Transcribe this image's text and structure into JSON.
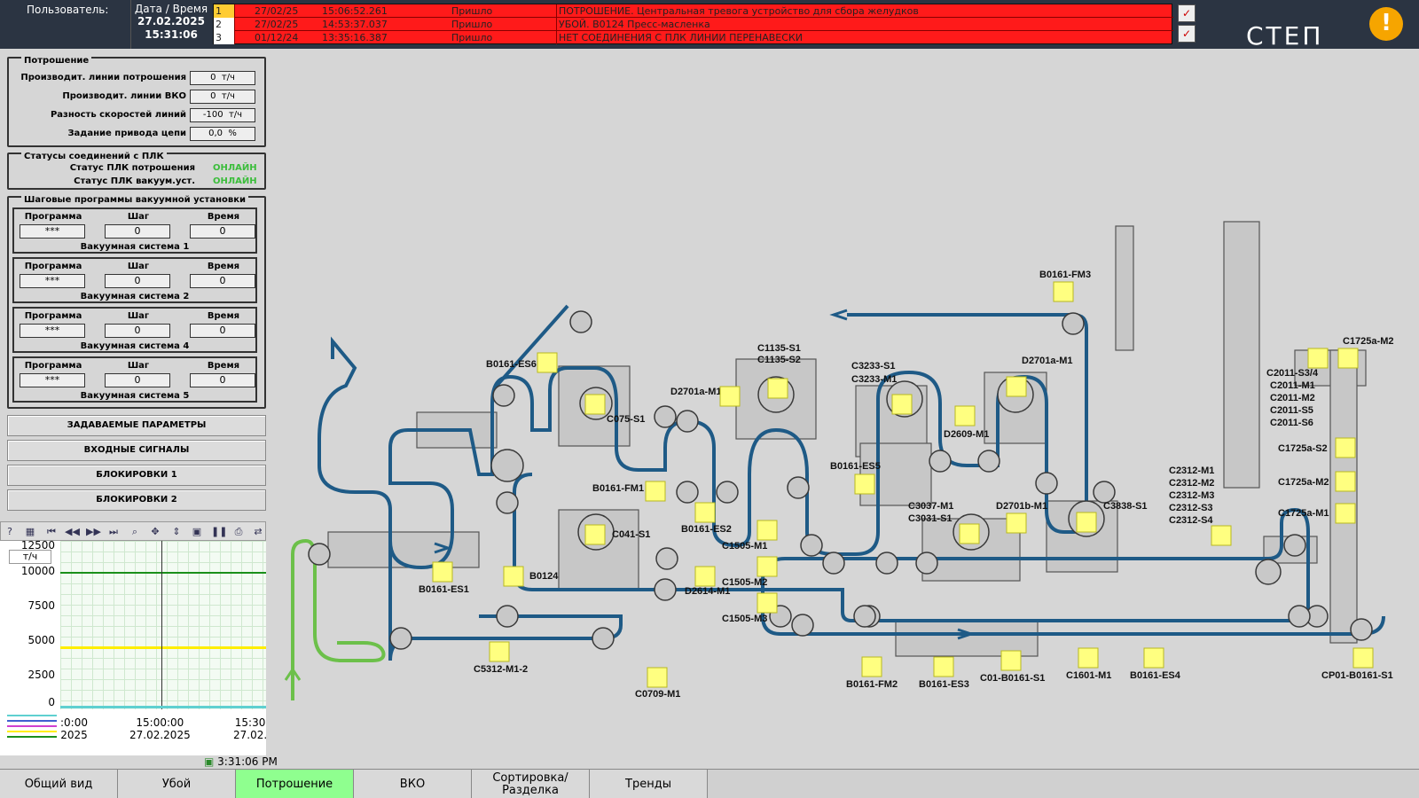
{
  "header": {
    "user_label": "Пользователь:",
    "datetime_label": "Дата / Время",
    "date": "27.02.2025",
    "time": "15:31:06",
    "alarms": [
      {
        "num": "1",
        "date": "27/02/25",
        "time": "15:06:52.261",
        "status": "Пришло",
        "text": "ПОТРОШЕНИЕ. Центральная тревога устройство для сбора желудков"
      },
      {
        "num": "2",
        "date": "27/02/25",
        "time": "14:53:37.037",
        "status": "Пришло",
        "text": "УБОЙ. B0124 Пресс-масленка"
      },
      {
        "num": "3",
        "date": "01/12/24",
        "time": "13:35:16.387",
        "status": "Пришло",
        "text": "НЕТ СОЕДИНЕНИЯ С ПЛК ЛИНИИ ПЕРЕНАВЕСКИ"
      }
    ],
    "logo": "СТЕП",
    "warning_icon": "warning-triangle-icon"
  },
  "gutting": {
    "title": "Потрошение",
    "rows": [
      {
        "label": "Производит. линии потрошения",
        "value": "0",
        "unit": "т/ч"
      },
      {
        "label": "Производит. линии ВКО",
        "value": "0",
        "unit": "т/ч"
      },
      {
        "label": "Разность скоростей линий",
        "value": "-100",
        "unit": "т/ч"
      },
      {
        "label": "Задание привода цепи",
        "value": "0,0",
        "unit": "%"
      }
    ]
  },
  "plc": {
    "title": "Статусы соединений с ПЛК",
    "rows": [
      {
        "label": "Статус ПЛК потрошения",
        "value": "ОНЛАЙН"
      },
      {
        "label": "Статус ПЛК вакуум.уст.",
        "value": "ОНЛАЙН"
      }
    ]
  },
  "vacuum": {
    "title": "Шаговые программы вакуумной установки",
    "col_program": "Программа",
    "col_step": "Шаг",
    "col_time": "Время",
    "systems": [
      {
        "name": "Вакуумная система 1",
        "program": "***",
        "step": "0",
        "time": "0"
      },
      {
        "name": "Вакуумная система 2",
        "program": "***",
        "step": "0",
        "time": "0"
      },
      {
        "name": "Вакуумная система 4",
        "program": "***",
        "step": "0",
        "time": "0"
      },
      {
        "name": "Вакуумная система 5",
        "program": "***",
        "step": "0",
        "time": "0"
      }
    ]
  },
  "buttons": [
    "ЗАДАВАЕМЫЕ ПАРАМЕТРЫ",
    "ВХОДНЫЕ СИГНАЛЫ",
    "БЛОКИРОВКИ 1",
    "БЛОКИРОВКИ 2"
  ],
  "trend": {
    "unit": "т/ч",
    "y_ticks": [
      "12500",
      "10000",
      "7500",
      "5000",
      "2500",
      "0"
    ],
    "x_ticks": [
      {
        "time": ":0:00",
        "date": "2025"
      },
      {
        "time": "15:00:00",
        "date": "27.02.2025"
      },
      {
        "time": "15:30",
        "date": "27.02."
      }
    ],
    "clock": "3:31:06 PM",
    "line_green": 10000,
    "line_yellow": 4000,
    "colors": {
      "green": "#1a8f1a",
      "yellow": "#ffee00"
    }
  },
  "tabs": [
    {
      "label": "Общий вид",
      "active": false
    },
    {
      "label": "Убой",
      "active": false
    },
    {
      "label": "Потрошение",
      "active": true
    },
    {
      "label": "ВКО",
      "active": false
    },
    {
      "label": "Сортировка/ Разделка",
      "active": false
    },
    {
      "label": "Тренды",
      "active": false
    }
  ],
  "diagram": {
    "labels": {
      "b0161_fm3": "B0161-FM3",
      "b0161_es6": "B0161-ES6",
      "c1135": "C1135-S1",
      "c1135b": "C1135-S2",
      "c3233s1": "C3233-S1",
      "c3233m1": "C3233-M1",
      "d2701a_m1": "D2701a-M1",
      "d2701a_m1b": "D2701a-M1",
      "c075": "C075-S1",
      "d2609": "D2609-M1",
      "b0161_es5": "B0161-ES5",
      "b0161_fm1": "B0161-FM1",
      "c3037": "C3037-M1",
      "c3031": "C3031-S1",
      "d2701b": "D2701b-M1",
      "c3838": "C3838-S1",
      "b0161_es2": "B0161-ES2",
      "c041": "C041-S1",
      "c1505m1": "C1505-M1",
      "c1505m2": "C1505-M2",
      "c1505m3": "C1505-M3",
      "b0124": "B0124",
      "d2614": "D2614-M1",
      "b0161_es1": "B0161-ES1",
      "c5312": "C5312-M1-2",
      "c0709": "C0709-M1",
      "b0161_fm2": "B0161-FM2",
      "b0161_es3": "B0161-ES3",
      "c01": "C01-B0161-S1",
      "c1601": "C1601-M1",
      "b0161_es4": "B0161-ES4",
      "cp01": "CP01-B0161-S1",
      "c1725a_m2top": "C1725a-M2",
      "c2011_s34": "C2011-S3/4",
      "c2011_m1": "C2011-M1",
      "c2011_m2": "C2011-M2",
      "c2011_s5": "C2011-S5",
      "c2011_s6": "C2011-S6",
      "c1725a_s2": "C1725a-S2",
      "c1725a_m2": "C1725a-M2",
      "c1725a_m1": "C1725a-M1",
      "c2312_m1": "C2312-M1",
      "c2312_m2": "C2312-M2",
      "c2312_m3": "C2312-M3",
      "c2312_s3": "C2312-S3",
      "c2312_s4": "C2312-S4"
    },
    "colors": {
      "belt": "#1e5a86",
      "sensor": "#ffff80",
      "input_line": "#6cc04a"
    }
  }
}
